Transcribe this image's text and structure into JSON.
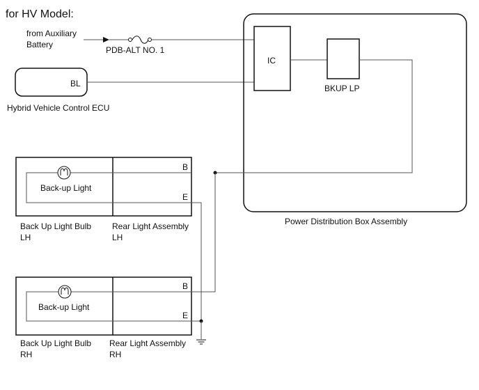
{
  "title": "for HV Model:",
  "source": {
    "line1": "from Auxiliary",
    "line2": "Battery"
  },
  "fuse": {
    "label": "PDB-ALT NO. 1"
  },
  "ecu": {
    "terminal": "BL",
    "name": "Hybrid Vehicle Control ECU"
  },
  "pdb": {
    "name": "Power Distribution Box Assembly",
    "ic_label": "IC",
    "relay_label": "BKUP LP"
  },
  "lh": {
    "lamp_label": "Back-up Light",
    "terminal_b": "B",
    "terminal_e": "E",
    "bulb_line1": "Back Up Light Bulb",
    "bulb_line2": "LH",
    "assy_line1": "Rear Light Assembly",
    "assy_line2": "LH"
  },
  "rh": {
    "lamp_label": "Back-up Light",
    "terminal_b": "B",
    "terminal_e": "E",
    "bulb_line1": "Back Up Light Bulb",
    "bulb_line2": "RH",
    "assy_line1": "Rear Light Assembly",
    "assy_line2": "RH"
  }
}
